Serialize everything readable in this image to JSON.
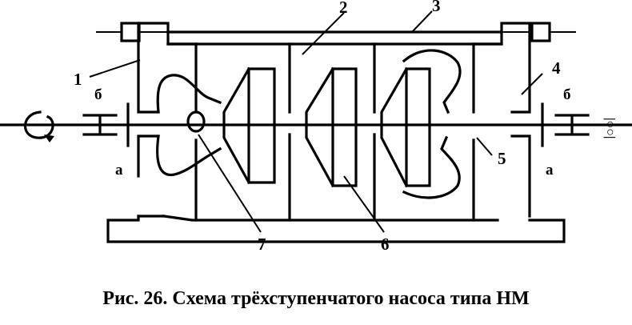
{
  "diagram": {
    "labels": {
      "l1": "1",
      "l2": "2",
      "l3": "3",
      "l4": "4",
      "l5": "5",
      "l6": "6",
      "l7": "7",
      "b_left": "б",
      "b_right": "б",
      "a_left": "а",
      "a_right": "а",
      "rotation_symbol": "|○○|"
    }
  },
  "caption": "Рис. 26. Схема трёхступенчатого насоса типа НМ"
}
